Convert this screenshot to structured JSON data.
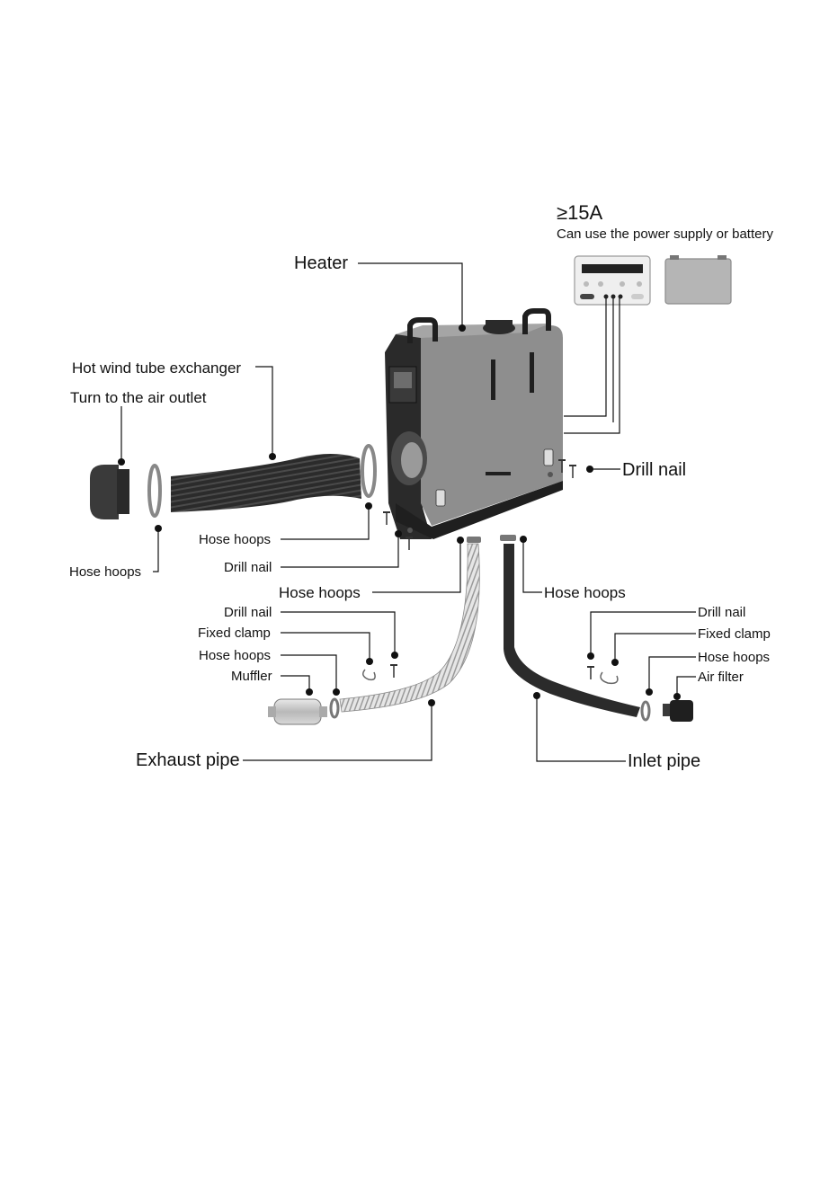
{
  "power": {
    "rating": "≥15A",
    "note": "Can use the power supply or battery"
  },
  "labels": {
    "heater": "Heater",
    "hot_wind_tube": "Hot wind tube exchanger",
    "turn_to_outlet": "Turn to the air outlet",
    "hose_hoops_left_bottom": "Hose hoops",
    "hose_hoops_center_left": "Hose hoops",
    "drill_nail_center_left": "Drill nail",
    "drill_nail_right": "Drill nail",
    "hose_hoops_exhaust_top": "Hose hoops",
    "hose_hoops_inlet_top": "Hose hoops",
    "drill_nail_exhaust": "Drill nail",
    "fixed_clamp_exhaust": "Fixed clamp",
    "hose_hoops_exhaust": "Hose hoops",
    "muffler": "Muffler",
    "exhaust_pipe": "Exhaust pipe",
    "drill_nail_inlet": "Drill nail",
    "fixed_clamp_inlet": "Fixed clamp",
    "hose_hoops_inlet": "Hose hoops",
    "air_filter": "Air filter",
    "inlet_pipe": "Inlet pipe"
  },
  "colors": {
    "heater_body": "#8e8e8e",
    "heater_dark": "#2a2a2a",
    "hose_dark": "#2b2b2b",
    "hose_light": "#d9d9d9",
    "panel": "#efefef",
    "battery": "#b5b5b5"
  }
}
